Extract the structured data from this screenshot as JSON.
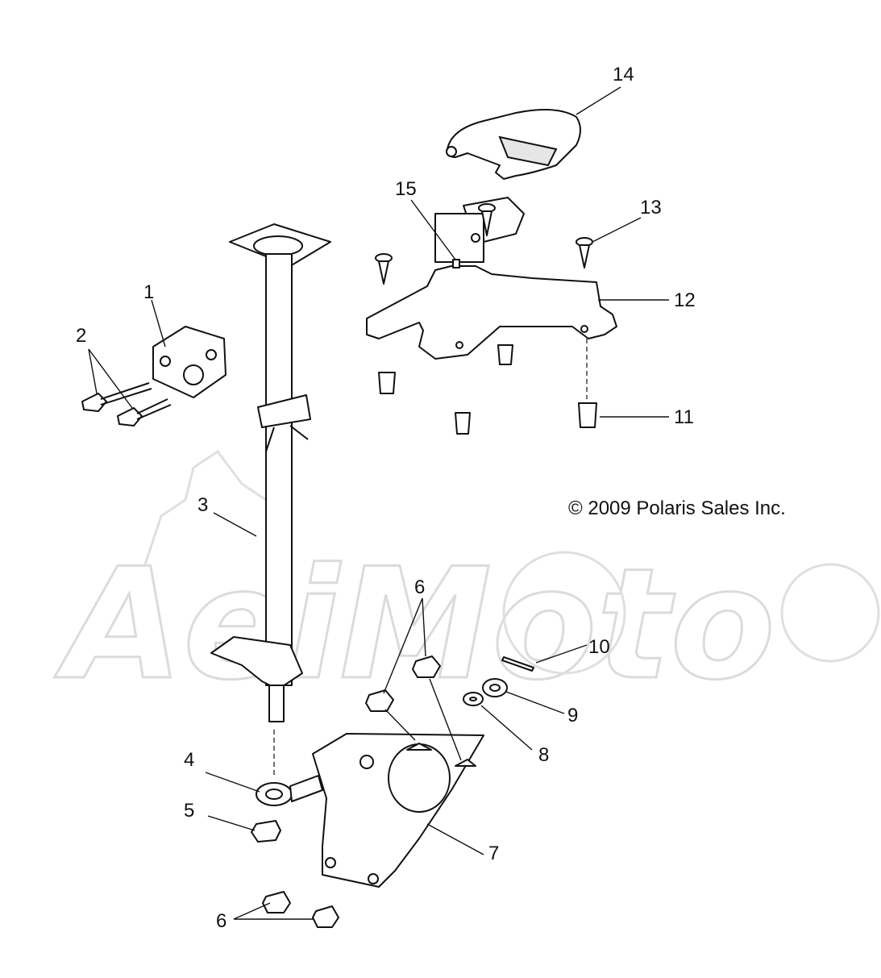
{
  "copyright": "© 2009 Polaris Sales Inc.",
  "watermark": "AeiMoto",
  "callouts": {
    "c1": "1",
    "c2": "2",
    "c3": "3",
    "c4": "4",
    "c5": "5",
    "c6a": "6",
    "c6b": "6",
    "c7": "7",
    "c8": "8",
    "c9": "9",
    "c10": "10",
    "c11": "11",
    "c12": "12",
    "c13": "13",
    "c14": "14",
    "c15": "15"
  }
}
